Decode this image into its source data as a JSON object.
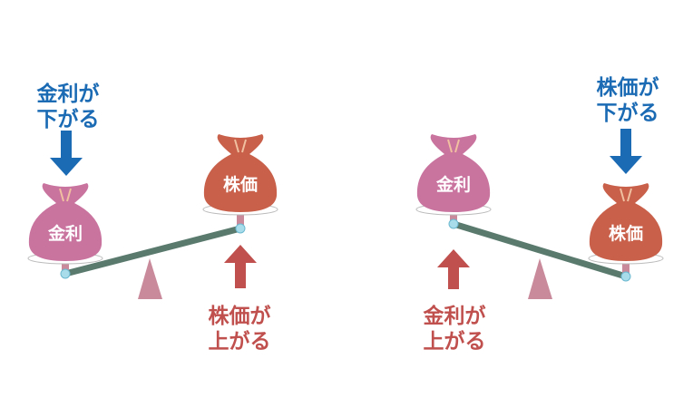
{
  "left": {
    "top_label": [
      "金利が",
      "下がる"
    ],
    "bottom_label": [
      "株価が",
      "上がる"
    ],
    "low_bag": "金利",
    "high_bag": "株価"
  },
  "right": {
    "top_label": [
      "株価が",
      "下がる"
    ],
    "bottom_label": [
      "金利が",
      "上がる"
    ],
    "high_bag": "金利",
    "low_bag": "株価"
  },
  "colors": {
    "down_blue": "#1a6ab4",
    "up_red": "#c0504d",
    "interest_bag": "#c9739f",
    "stock_bag": "#c8604a",
    "beam": "#5a7a6e",
    "fulcrum": "#c98a9c"
  }
}
